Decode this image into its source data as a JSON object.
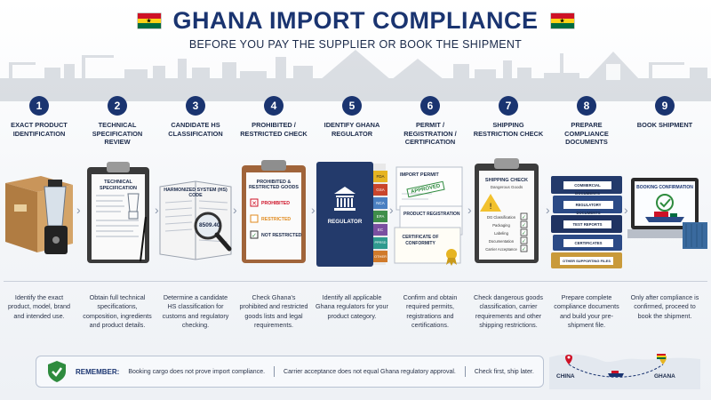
{
  "header": {
    "title": "GHANA IMPORT COMPLIANCE",
    "subtitle": "BEFORE YOU PAY THE SUPPLIER OR BOOK THE SHIPMENT"
  },
  "colors": {
    "navy": "#1a3470",
    "ghana_red": "#ce1126",
    "ghana_yellow": "#fcd116",
    "ghana_green": "#006b3f",
    "check_green": "#2e8b3e"
  },
  "steps": [
    {
      "num": "1",
      "label": "EXACT PRODUCT IDENTIFICATION",
      "desc": "Identify the exact product, model, brand and intended use.",
      "icon": "product-box-blender-icon"
    },
    {
      "num": "2",
      "label": "TECHNICAL SPECIFICATION REVIEW",
      "desc": "Obtain full technical specifications, composition, ingredients and product details.",
      "icon": "clipboard-spec-icon",
      "sheet_title": "TECHNICAL SPECIFICATION"
    },
    {
      "num": "3",
      "label": "CANDIDATE HS CLASSIFICATION",
      "desc": "Determine a candidate HS classification for customs and regulatory checking.",
      "icon": "book-magnifier-icon",
      "sheet_title": "HARMONIZED SYSTEM (HS) CODE",
      "code": "8509.40"
    },
    {
      "num": "4",
      "label": "PROHIBITED / RESTRICTED CHECK",
      "desc": "Check Ghana's prohibited and restricted goods lists and legal requirements.",
      "icon": "clipboard-check-icon",
      "sheet_title": "PROHIBITED & RESTRICTED GOODS",
      "options": [
        "PROHIBITED",
        "RESTRICTED",
        "NOT RESTRICTED"
      ]
    },
    {
      "num": "5",
      "label": "IDENTIFY GHANA REGULATOR",
      "desc": "Identify all applicable Ghana regulators for your product category.",
      "icon": "binder-regulator-icon",
      "binder_label": "REGULATOR",
      "tabs": [
        "FDA",
        "GSA",
        "NCA",
        "EPA",
        "EC",
        "PPRSD",
        "OTHER"
      ]
    },
    {
      "num": "6",
      "label": "PERMIT / REGISTRATION / CERTIFICATION",
      "desc": "Confirm and obtain required permits, registrations and certifications.",
      "icon": "permit-documents-icon",
      "docs": [
        "IMPORT PERMIT",
        "APPROVED",
        "PRODUCT REGISTRATION",
        "CERTIFICATE OF CONFORMITY"
      ]
    },
    {
      "num": "7",
      "label": "SHIPPING RESTRICTION CHECK",
      "desc": "Check dangerous goods classification, carrier requirements and other shipping restrictions.",
      "icon": "clipboard-shipping-icon",
      "sheet_title": "SHIPPING CHECK",
      "sheet_subtitle": "Dangerous Goods",
      "items": [
        "DG Classification",
        "Packaging",
        "Labeling",
        "Documentation",
        "Carrier Acceptance"
      ]
    },
    {
      "num": "8",
      "label": "PREPARE COMPLIANCE DOCUMENTS",
      "desc": "Prepare complete compliance documents and build your pre-shipment file.",
      "icon": "binder-stack-icon",
      "binders": [
        "COMMERCIAL DOCUMENTS",
        "REGULATORY DOCUMENTS",
        "TEST REPORTS",
        "CERTIFICATES",
        "OTHER SUPPORTING FILES"
      ]
    },
    {
      "num": "9",
      "label": "BOOK SHIPMENT",
      "desc": "Only after compliance is confirmed, proceed to book the shipment.",
      "icon": "laptop-booking-icon",
      "screen_title": "BOOKING CONFIRMATION"
    }
  ],
  "reminder": {
    "title": "REMEMBER:",
    "items": [
      "Booking cargo does not prove import compliance.",
      "Carrier acceptance does not equal Ghana regulatory approval.",
      "Check first, ship later."
    ]
  },
  "map": {
    "from": "CHINA",
    "to": "GHANA"
  }
}
